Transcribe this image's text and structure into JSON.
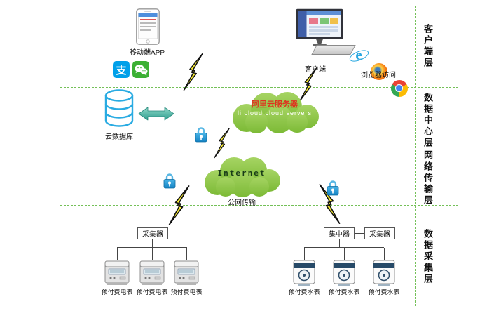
{
  "layers": [
    "客户端层",
    "数据中心层",
    "网络传输层",
    "数据采集层"
  ],
  "client_layer": {
    "mobile_app_label": "移动端APP",
    "client_label": "客户端",
    "browser_label": "浏览器访问",
    "alipay_glyph": "支",
    "ie_glyph": "e"
  },
  "data_center_layer": {
    "cloud_db_label": "云数据库",
    "aliyun_title": "阿里云服务器",
    "aliyun_subtitle": "li cloud  cloud servers"
  },
  "network_layer": {
    "internet_label": "Internet",
    "public_net_label": "公网传输"
  },
  "acquisition_layer": {
    "collector_left_label": "采集器",
    "concentrator_label": "集中器",
    "collector_right_label": "采集器",
    "electric_meter_labels": [
      "预付费电表",
      "预付费电表",
      "预付费电表"
    ],
    "water_meter_labels": [
      "预付费水表",
      "预付费水表",
      "预付费水表"
    ]
  },
  "colors": {
    "separator_green": "#74c058",
    "cloud_green": "#8cc63e",
    "bolt_yellow": "#f9ed32",
    "lock_blue": "#1d9ad6",
    "aliyun_red": "#e0301e",
    "alipay_blue": "#00a0e9",
    "wechat_green": "#3cb034"
  }
}
